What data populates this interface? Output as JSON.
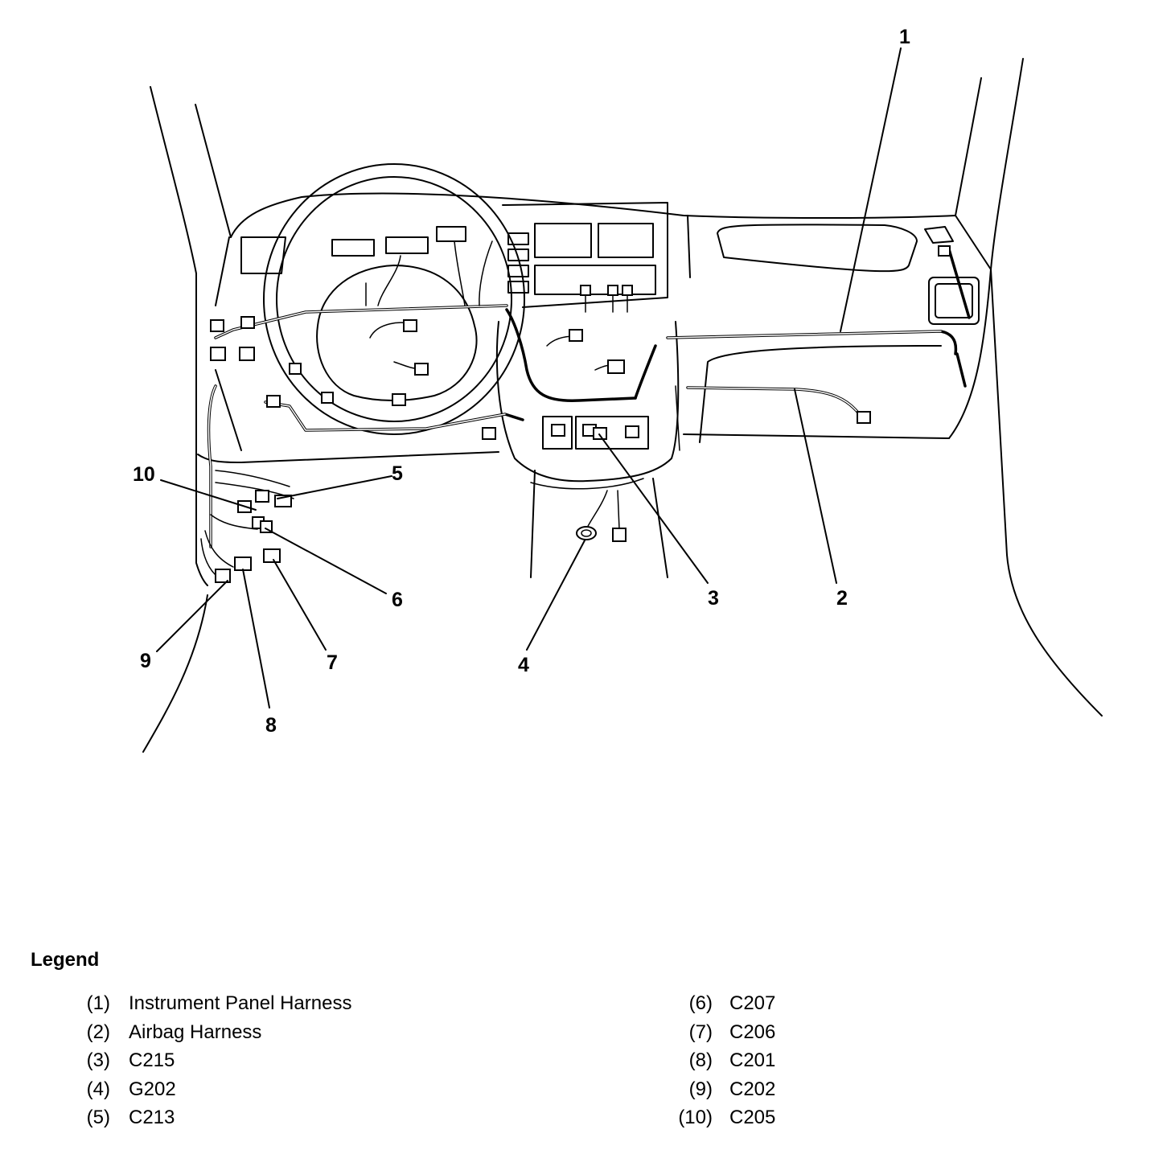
{
  "callouts": [
    "1",
    "2",
    "3",
    "4",
    "5",
    "6",
    "7",
    "8",
    "9",
    "10"
  ],
  "legend": {
    "title": "Legend",
    "items": [
      {
        "num": "(1)",
        "text": "Instrument Panel Harness"
      },
      {
        "num": "(2)",
        "text": "Airbag Harness"
      },
      {
        "num": "(3)",
        "text": "C215"
      },
      {
        "num": "(4)",
        "text": "G202"
      },
      {
        "num": "(5)",
        "text": "C213"
      },
      {
        "num": "(6)",
        "text": "C207"
      },
      {
        "num": "(7)",
        "text": "C206"
      },
      {
        "num": "(8)",
        "text": "C201"
      },
      {
        "num": "(9)",
        "text": "C202"
      },
      {
        "num": "(10)",
        "text": "C205"
      }
    ]
  }
}
